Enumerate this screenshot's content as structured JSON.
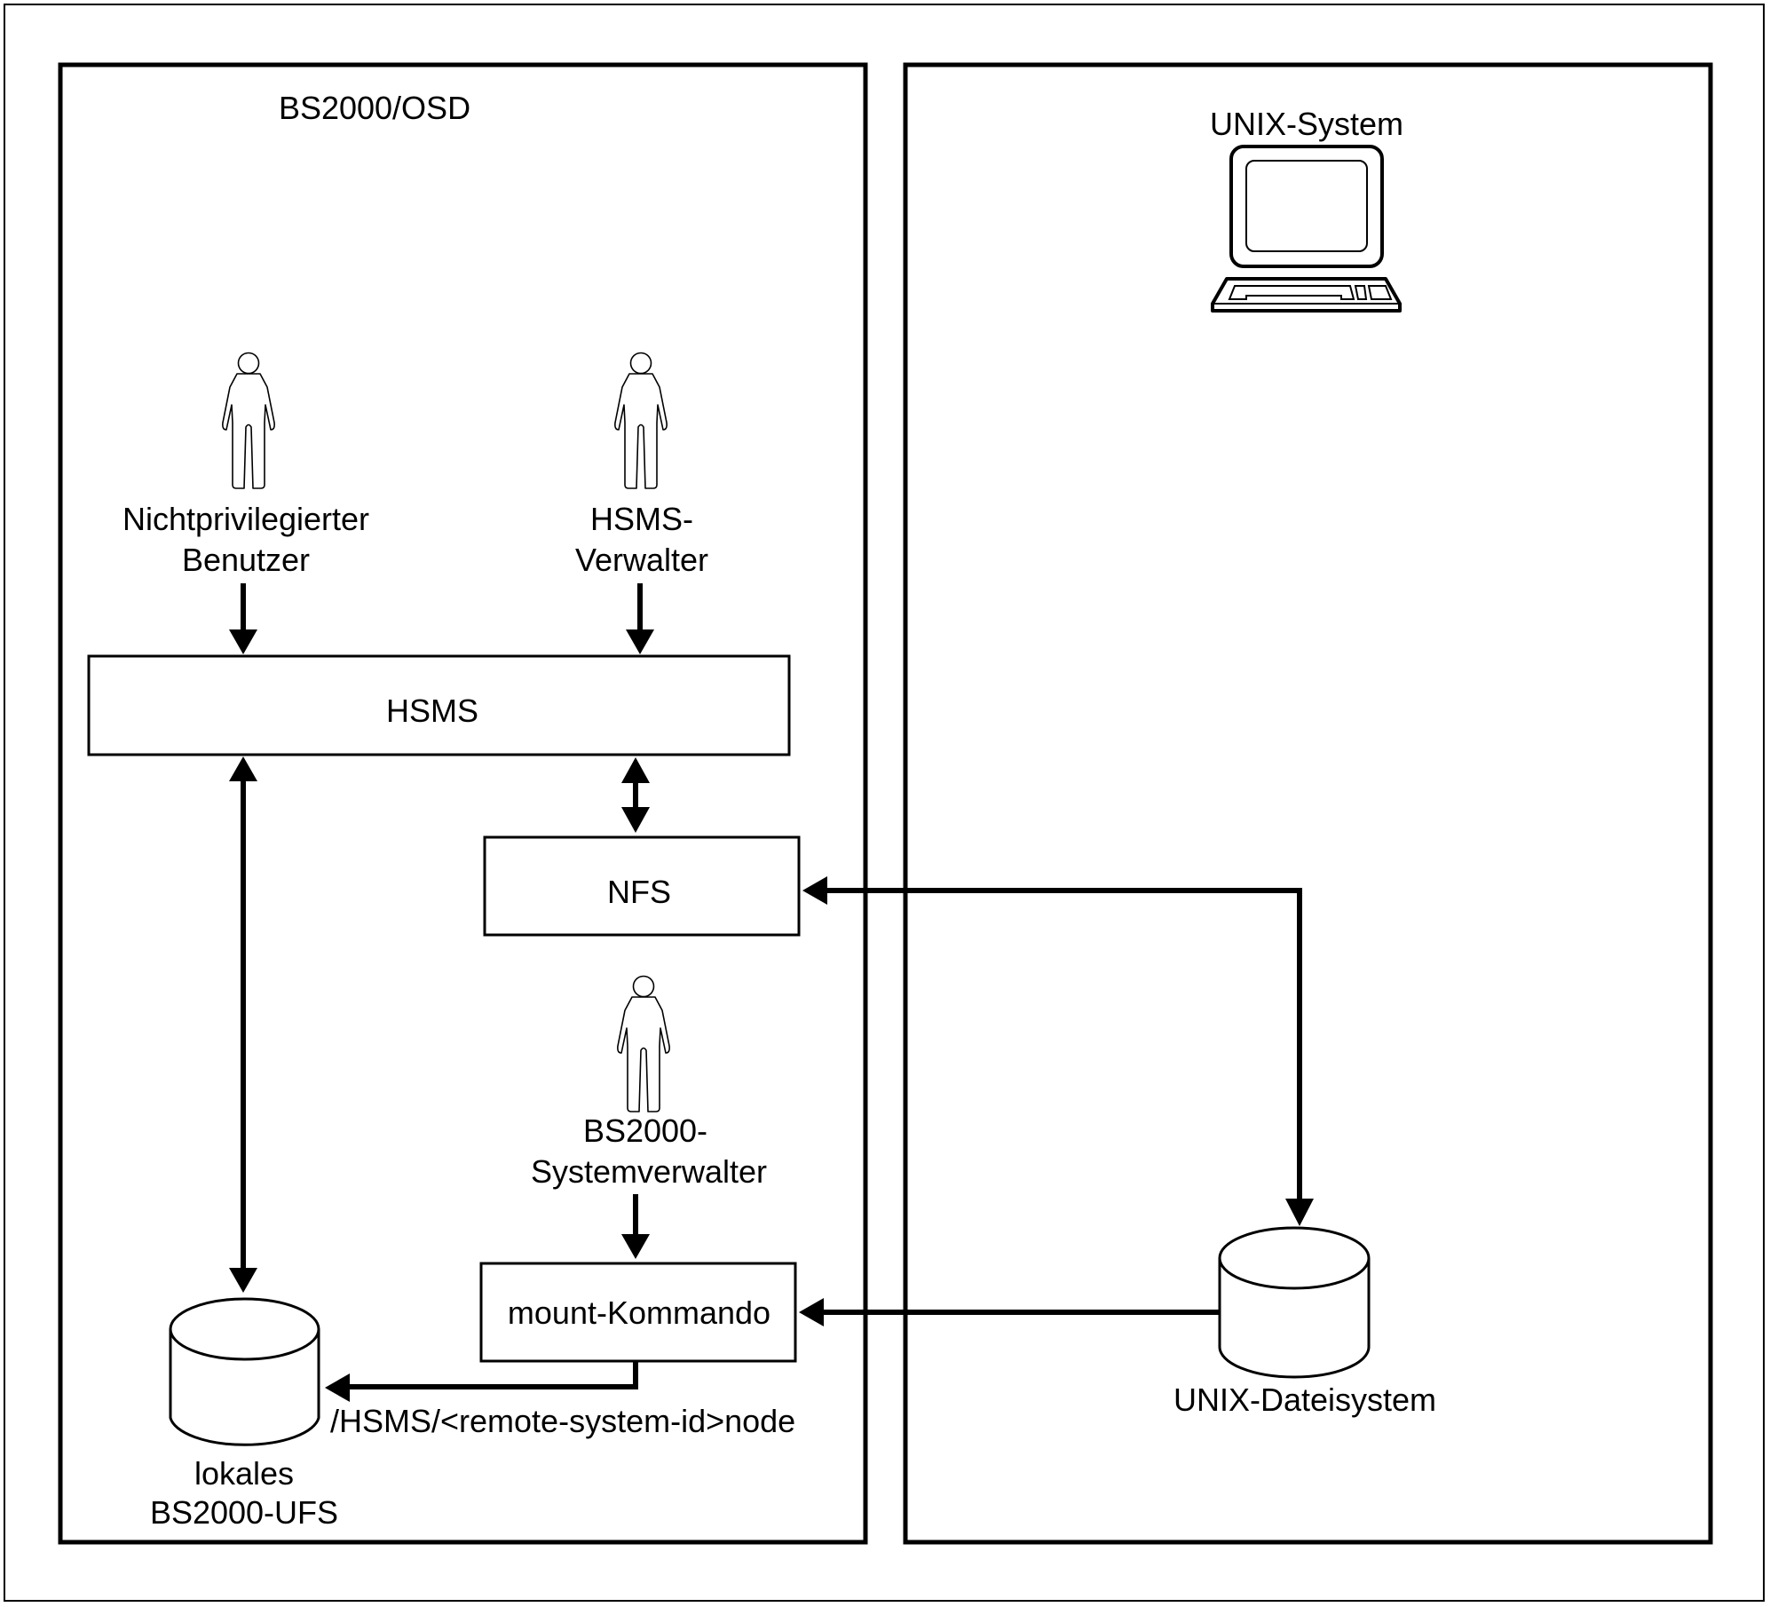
{
  "colors": {
    "stroke": "#000000",
    "background": "#ffffff"
  },
  "panels": {
    "left": {
      "title": "BS2000/OSD"
    },
    "right": {
      "title": "UNIX-System",
      "icon": "computer-terminal-icon"
    }
  },
  "actors": {
    "user": {
      "line1": "Nichtprivilegierter",
      "line2": "Benutzer",
      "icon": "person-icon"
    },
    "hsms_admin": {
      "line1": "HSMS-",
      "line2": "Verwalter",
      "icon": "person-icon"
    },
    "sys_admin": {
      "line1": "BS2000-",
      "line2": "Systemverwalter",
      "icon": "person-icon"
    }
  },
  "boxes": {
    "hsms": "HSMS",
    "nfs": "NFS",
    "mount": "mount-Kommando"
  },
  "storage": {
    "local": {
      "line1": "lokales",
      "line2": "BS2000-UFS",
      "icon": "database-cylinder-icon"
    },
    "unix": {
      "line1": "UNIX-Dateisystem",
      "icon": "database-cylinder-icon"
    }
  },
  "annotations": {
    "mount_path": "/HSMS/<remote-system-id>node"
  },
  "connections": [
    {
      "from": "Nichtprivilegierter Benutzer",
      "to": "HSMS",
      "direction": "forward"
    },
    {
      "from": "HSMS-Verwalter",
      "to": "HSMS",
      "direction": "forward"
    },
    {
      "from": "HSMS",
      "to": "lokales BS2000-UFS",
      "direction": "both"
    },
    {
      "from": "HSMS",
      "to": "NFS",
      "direction": "both"
    },
    {
      "from": "NFS",
      "to": "UNIX-Dateisystem",
      "direction": "both"
    },
    {
      "from": "BS2000-Systemverwalter",
      "to": "mount-Kommando",
      "direction": "forward"
    },
    {
      "from": "UNIX-Dateisystem",
      "to": "mount-Kommando",
      "direction": "forward"
    },
    {
      "from": "mount-Kommando",
      "to": "lokales BS2000-UFS",
      "direction": "forward"
    }
  ]
}
